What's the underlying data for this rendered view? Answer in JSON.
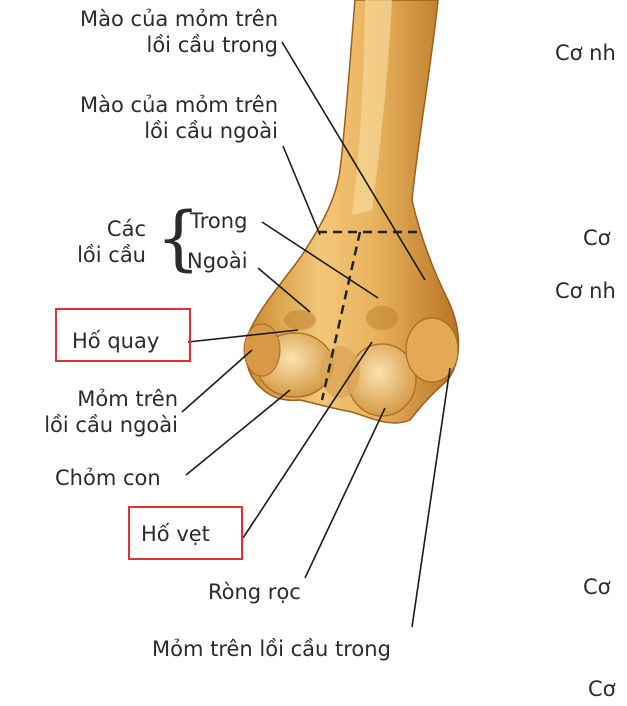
{
  "labels": {
    "medial_ridge_line1": "Mào của mỏm trên",
    "medial_ridge_line2": "lồi cầu trong",
    "lateral_ridge_line1": "Mào của mỏm trên",
    "lateral_ridge_line2": "lồi cầu ngoài",
    "condyles_line1": "Các",
    "condyles_line2": "lồi cầu",
    "medial_condyle": "Trong",
    "lateral_condyle": "Ngoài",
    "radial_fossa": "Hố quay",
    "lateral_epicondyle_line1": "Mỏm trên",
    "lateral_epicondyle_line2": "lồi cầu ngoài",
    "capitulum": "Chỏm con",
    "coronoid_fossa": "Hố vẹt",
    "trochlea": "Ròng rọc",
    "medial_epicondyle": "Mỏm trên lồi cầu trong"
  },
  "right_labels": [
    "Cơ nh",
    "Cơ",
    "Cơ nh",
    "Cơ",
    "Cơ"
  ],
  "colors": {
    "highlight_box": "#e0312f",
    "bone": "#e9b35e",
    "text": "#2b2b2b"
  }
}
